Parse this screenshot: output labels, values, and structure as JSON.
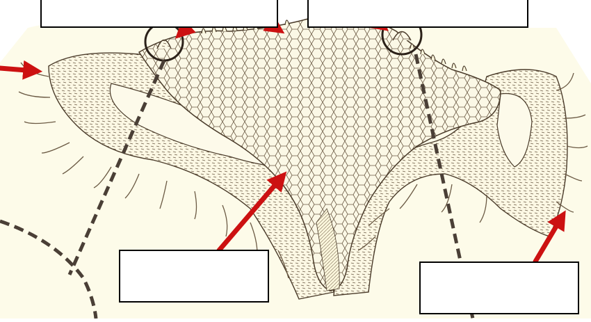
{
  "diagram": {
    "labels": [
      {
        "id": "top-left",
        "text": ""
      },
      {
        "id": "top-right",
        "text": ""
      },
      {
        "id": "bottom-center",
        "text": ""
      },
      {
        "id": "bottom-right",
        "text": ""
      }
    ],
    "colors": {
      "background": "#fdfbe8",
      "ink": "#4a3b2a",
      "arrow": "#cc1111",
      "dashed_line": "#4a3f36",
      "box_border": "#000000",
      "box_fill": "#ffffff"
    }
  }
}
